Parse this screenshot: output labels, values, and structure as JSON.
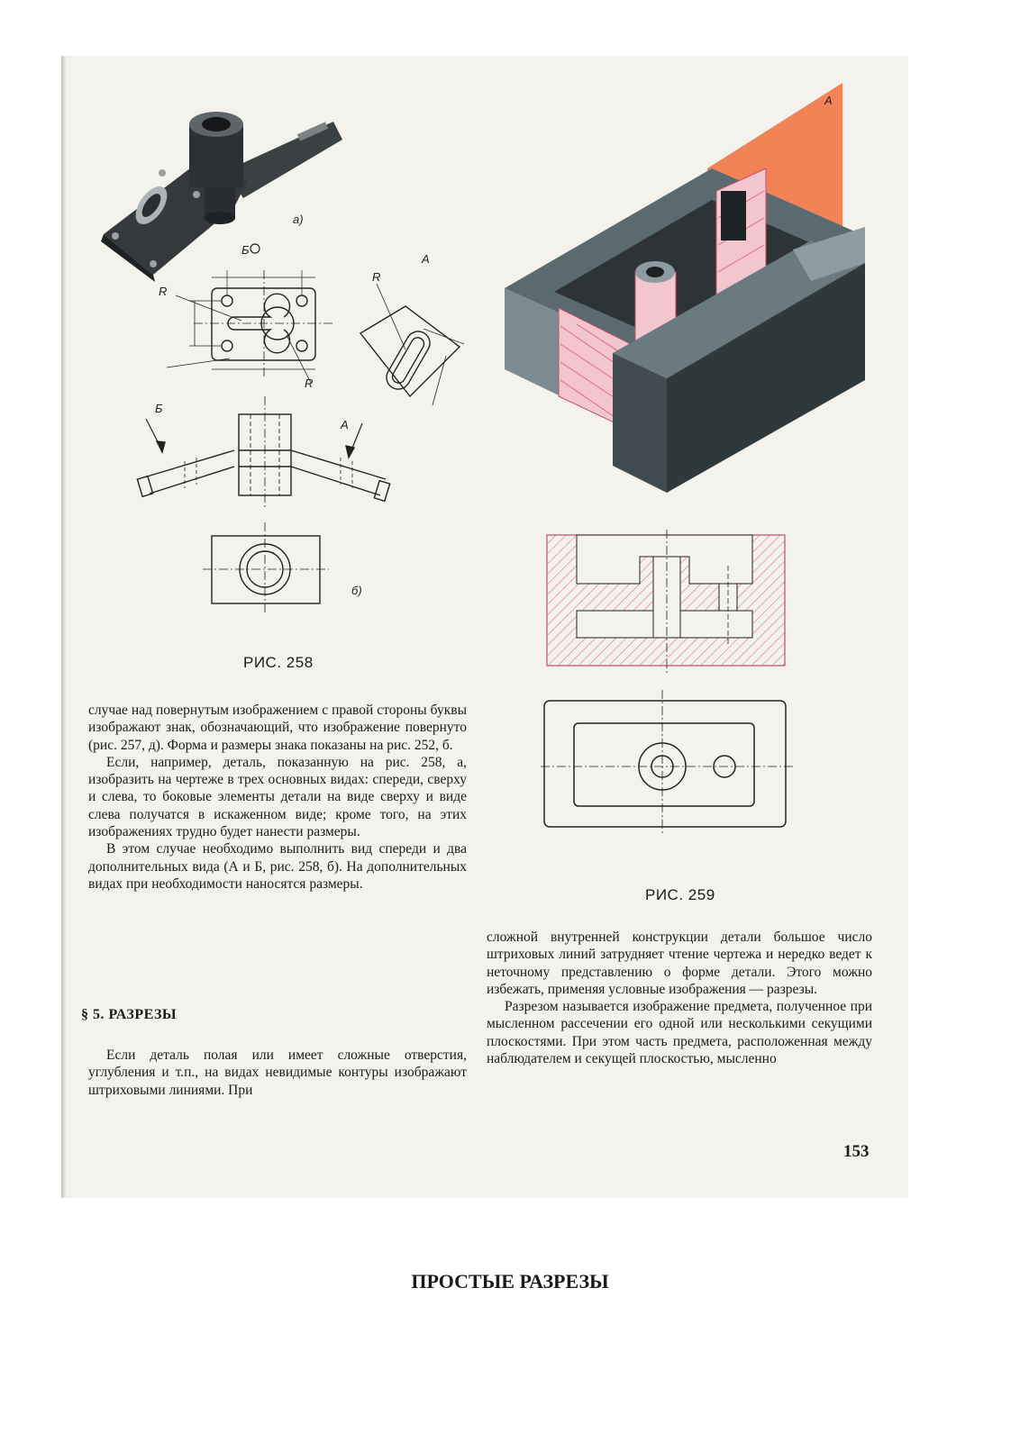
{
  "figures": {
    "fig258": {
      "caption": "РИС. 258",
      "labels": {
        "a": "а)",
        "b": "б)",
        "view_B": "Б",
        "view_A": "А",
        "rotated_mark": "Б",
        "radius": "R"
      }
    },
    "fig259": {
      "caption": "РИС. 259",
      "labels": {
        "plane": "А"
      }
    }
  },
  "left_column": {
    "paragraphs": [
      "случае над повернутым изображением с правой стороны буквы изображают знак, обозначающий, что изображение повернуто (рис. 257, д). Форма и размеры знака показаны на рис. 252, б.",
      "Если, например, деталь, показанную на рис. 258, а, изобразить на чертеже в трех основных видах: спереди, сверху и слева, то боковые элементы детали на виде сверху и виде слева получатся в искаженном виде; кроме того, на этих изображениях трудно будет нанести размеры.",
      "В этом случае необходимо выполнить вид спереди и два дополнительных вида (А и Б, рис. 258, б). На дополнительных видах при необходимости наносятся размеры."
    ],
    "section_heading": "§ 5. РАЗРЕЗЫ",
    "section_paragraph": "Если деталь полая или имеет сложные отверстия, углубления и т.п., на видах невидимые контуры изображают штриховыми линиями. При"
  },
  "right_column": {
    "paragraphs": [
      "сложной внутренней конструкции детали большое число штриховых линий затрудняет чтение чертежа и нередко ведет к неточному представлению о форме детали. Этого можно избежать, применяя условные изображения — разрезы.",
      "Разрезом называется изображение предмета, полученное при мысленном рассечении его одной или несколькими секущими плоскостями. При этом часть предмета, расположенная между наблюдателем и секущей плоскостью, мысленно"
    ]
  },
  "page_number": "153",
  "bottom_title": "ПРОСТЫЕ РАЗРЕЗЫ",
  "colors": {
    "paper": "#f4f2ec",
    "section_hatch": "#e0708a",
    "cutting_plane": "#f07a4a",
    "body": "#4a5a5e"
  }
}
